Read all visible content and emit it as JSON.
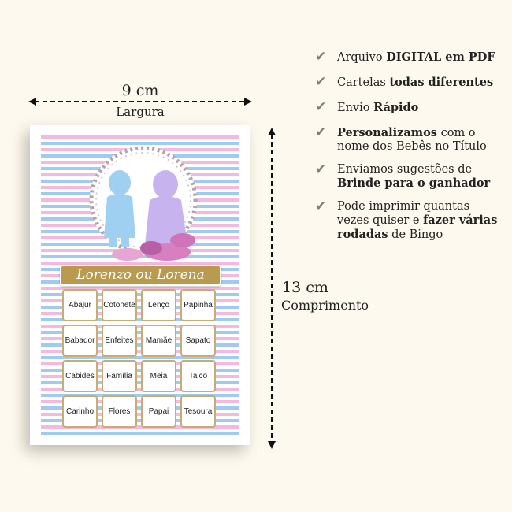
{
  "dimensions": {
    "width_value": "9 cm",
    "width_label": "Largura",
    "height_value": "13 cm",
    "height_label": "Comprimento"
  },
  "card": {
    "title": "Lorenzo ou Lorena",
    "words": [
      "Abajur",
      "Cotonete",
      "Lenço",
      "Papinha",
      "Babador",
      "Enfeites",
      "Mamãe",
      "Sapato",
      "Cabides",
      "Família",
      "Meia",
      "Talco",
      "Carinho",
      "Flores",
      "Papai",
      "Tesoura"
    ],
    "colors": {
      "stripe_pink": "#f6b8dd",
      "stripe_blue": "#9fcbf0",
      "banner": "#b99b4f",
      "cell_border": "#c8ad72",
      "boy_silhouette": "#9fd0f1",
      "girl_silhouette": "#c7b4ef"
    }
  },
  "features": [
    {
      "a": "Arquivo ",
      "b": "DIGITAL em PDF",
      "c": ""
    },
    {
      "a": "Cartelas ",
      "b": "todas diferentes",
      "c": ""
    },
    {
      "a": "Envio ",
      "b": "Rápido",
      "c": ""
    },
    {
      "a": "",
      "b": "Personalizamos",
      "c": " com o nome dos Bebês no Título"
    },
    {
      "a": "Enviamos sugestões de ",
      "b": "Brinde para o ganhador",
      "c": ""
    },
    {
      "a": "Pode imprimir quantas vezes quiser e ",
      "b": "fazer várias rodadas",
      "c": " de Bingo"
    }
  ],
  "icons": {
    "check": "✔"
  }
}
